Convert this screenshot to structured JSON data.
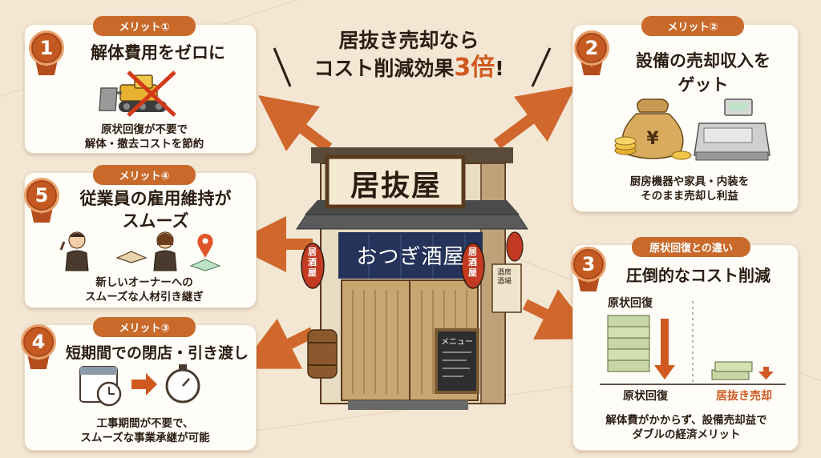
{
  "headline": {
    "line1": "居抜き売却なら",
    "line2_prefix": "コスト削減効果",
    "line2_accent": "3倍",
    "line2_suffix": "!"
  },
  "store": {
    "sign": "居抜屋",
    "noren": "おつぎ酒屋",
    "lantern": "居酒屋",
    "side_sign": "酒房\n酒場",
    "menu_board": "メニュー"
  },
  "cards": {
    "merit1": {
      "badge": "メリット①",
      "number": "1",
      "title": "解体費用をゼロに",
      "desc1": "原状回復が不要で",
      "desc2": "解体・撤去コストを節約"
    },
    "merit2": {
      "badge": "メリット②",
      "number": "2",
      "title1": "設備の売却収入を",
      "title2": "ゲット",
      "desc1": "厨房機器や家具・内装を",
      "desc2": "そのまま売却し利益"
    },
    "merit3_compare": {
      "badge": "原状回復との違い",
      "number": "3",
      "title": "圧倒的なコスト削減",
      "left_top": "原状回復",
      "left_bottom": "原状回復",
      "right_bottom": "居抜き売却",
      "desc1": "解体費がかからず、設備売却益で",
      "desc2": "ダブルの経済メリット"
    },
    "merit4": {
      "badge": "メリット③",
      "number": "4",
      "title": "短期間での閉店・引き渡し",
      "desc1": "工事期間が不要で、",
      "desc2": "スムーズな事業承継が可能"
    },
    "merit5": {
      "badge": "メリット④",
      "number": "5",
      "title1": "従業員の雇用維持が",
      "title2": "スムーズ",
      "desc1": "新しいオーナーへの",
      "desc2": "スムーズな人材引き継ぎ"
    }
  },
  "colors": {
    "accent": "#c96a2b",
    "arrow": "#d0672c",
    "background": "#f3e6d3",
    "card": "#fffdf8"
  }
}
